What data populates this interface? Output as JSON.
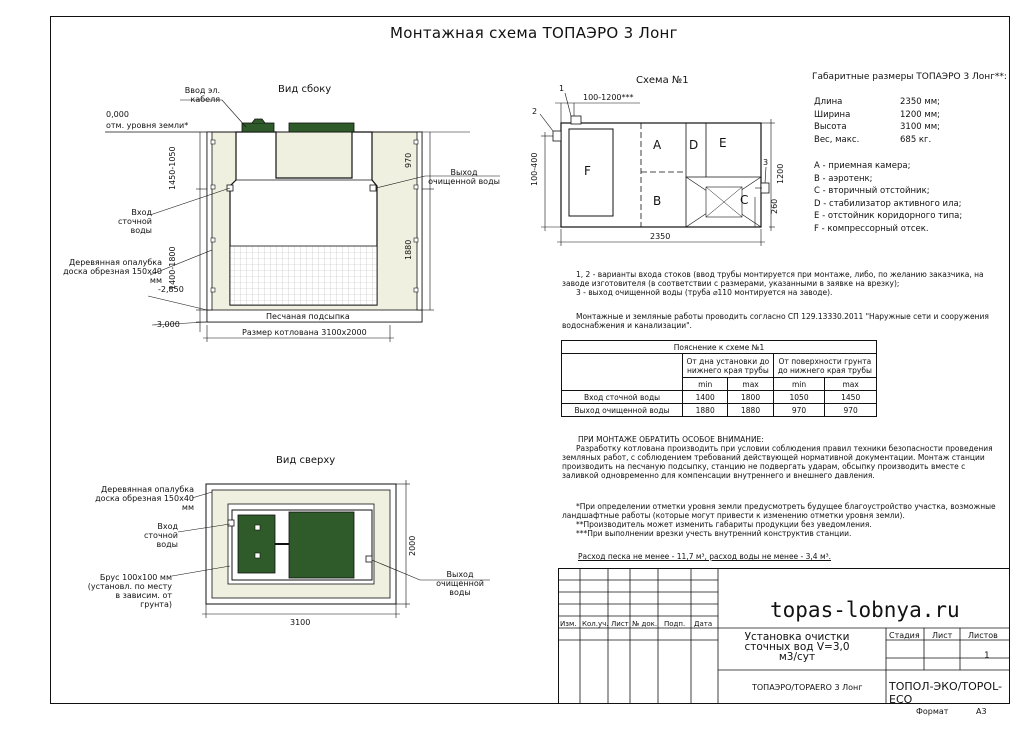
{
  "title": "Монтажная схема ТОПАЭРО 3 Лонг",
  "side_view": {
    "title": "Вид сбоку",
    "cable_label": "Ввод эл. кабеля",
    "ground_level": "0,000",
    "ground_label": "отм. уровня земли*",
    "dim_top": "1450-1050",
    "dim_bottom": "1400-1800",
    "inlet_label": "Вход сточной воды",
    "formwork_label": "Деревянная опалубка доска обрезная 150х40 мм",
    "level_2850": "-2,850",
    "level_3000": "-3,000",
    "sand_label": "Песчаная подсыпка",
    "pit_label": "Размер котлована 3100х2000",
    "dim_970": "970",
    "dim_1880": "1880",
    "outlet_label": "Выход очищенной воды"
  },
  "top_view": {
    "title": "Вид сверху",
    "formwork_label": "Деревянная опалубка доска обрезная 150х40 мм",
    "inlet_label": "Вход сточной воды",
    "beam_label": "Брус 100х100 мм (установл. по месту в зависим. от грунта)",
    "outlet_label": "Выход очищенной воды",
    "dim_2000": "2000",
    "dim_3100": "3100"
  },
  "scheme": {
    "title": "Схема №1",
    "mark_1": "1",
    "mark_2": "2",
    "mark_3": "3",
    "dim_100_1200": "100-1200***",
    "dim_100_400": "100-400",
    "dim_1200": "1200",
    "dim_260": "260",
    "dim_2350": "2350",
    "chambers": [
      "F",
      "A",
      "D",
      "E",
      "B",
      "C"
    ]
  },
  "dimensions": {
    "title": "Габаритные размеры ТОПАЭРО 3 Лонг**:",
    "rows": [
      {
        "label": "Длина",
        "value": "2350 мм;"
      },
      {
        "label": "Ширина",
        "value": "1200 мм;"
      },
      {
        "label": "Высота",
        "value": "3100 мм;"
      },
      {
        "label": "Вес, макс.",
        "value": "685 кг."
      }
    ]
  },
  "legend": [
    "А - приемная камера;",
    "В - аэротенк;",
    "С - вторичный отстойник;",
    "D - стабилизатор активного ила;",
    "Е - отстойник коридорного типа;",
    "F - компрессорный отсек."
  ],
  "notes": {
    "p1": "1, 2 - варианты входа стоков (ввод трубы монтируется при монтаже, либо, по желанию заказчика, на заводе изготовителя (в соответствии с размерами, указанными в заявке на врезку);",
    "p2": "3 - выход очищенной воды (труба ⌀110 монтируется на заводе).",
    "p3": "Монтажные и земляные работы проводить согласно СП 129.13330.2011 \"Наружные сети и сооружения водоснабжения и канализации\".",
    "attention_title": "ПРИ МОНТАЖЕ ОБРАТИТЬ ОСОБОЕ ВНИМАНИЕ:",
    "attention_text": "Разработку котлована производить при условии соблюдения правил техники безопасности проведения земляных работ, с соблюдением требований действующей нормативной документации. Монтаж станции производить на песчаную подсыпку, станцию не подвергать ударам, обсыпку производить вместе с заливкой одновременно для компенсации внутреннего и внешнего давления.",
    "fn1": "*При определении отметки уровня земли предусмотреть будущее благоустройство участка, возможные ландшафтные работы (которые могут привести к изменению отметки уровня земли).",
    "fn2": "**Производитель может изменить габариты продукции без уведомления.",
    "fn3": "***При выполнении врезки учесть внутренний конструктив станции.",
    "consumption": "Расход песка не менее - 11,7 м³, расход воды не менее - 3,4 м³."
  },
  "table": {
    "title": "Пояснение к схеме №1",
    "col1": "От дна установки до нижнего края трубы",
    "col2": "От поверхности грунта до нижнего края трубы",
    "min": "min",
    "max": "max",
    "rows": [
      {
        "label": "Вход сточной воды",
        "v": [
          "1400",
          "1800",
          "1050",
          "1450"
        ]
      },
      {
        "label": "Выход очищенной воды",
        "v": [
          "1880",
          "1880",
          "970",
          "970"
        ]
      }
    ]
  },
  "stamp": {
    "site": "topas-lobnya.ru",
    "cols": [
      "Изм.",
      "Кол.уч.",
      "Лист",
      "№ док.",
      "Подп.",
      "Дата"
    ],
    "description": "Установка очистки сточных вод V=3,0 м3/сут",
    "stage": "Стадия",
    "sheet": "Лист",
    "sheets": "Листов",
    "sheets_value": "1",
    "product": "ТОПАЭРО/TOPAERO 3 Лонг",
    "company": "ТОПОЛ-ЭКО/TOPOL-ECO",
    "format_label": "Формат",
    "format_value": "А3"
  },
  "colors": {
    "tank_lid": "#2f5a2a",
    "backfill": "#f0f0e0",
    "ink": "#111111"
  }
}
